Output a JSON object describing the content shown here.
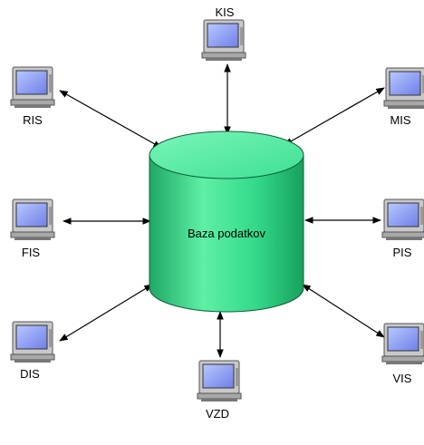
{
  "database": {
    "label": "Baza podatkov",
    "color": "#33dd88"
  },
  "nodes": [
    {
      "id": "kis",
      "label": "KIS"
    },
    {
      "id": "ris",
      "label": "RIS"
    },
    {
      "id": "mis",
      "label": "MIS"
    },
    {
      "id": "fis",
      "label": "FIS"
    },
    {
      "id": "pis",
      "label": "PIS"
    },
    {
      "id": "dis",
      "label": "DIS"
    },
    {
      "id": "vis",
      "label": "VIS"
    },
    {
      "id": "vzd",
      "label": "VZD"
    }
  ],
  "connection_style": "bidirectional-arrow",
  "icon": "computer-monitor-icon"
}
